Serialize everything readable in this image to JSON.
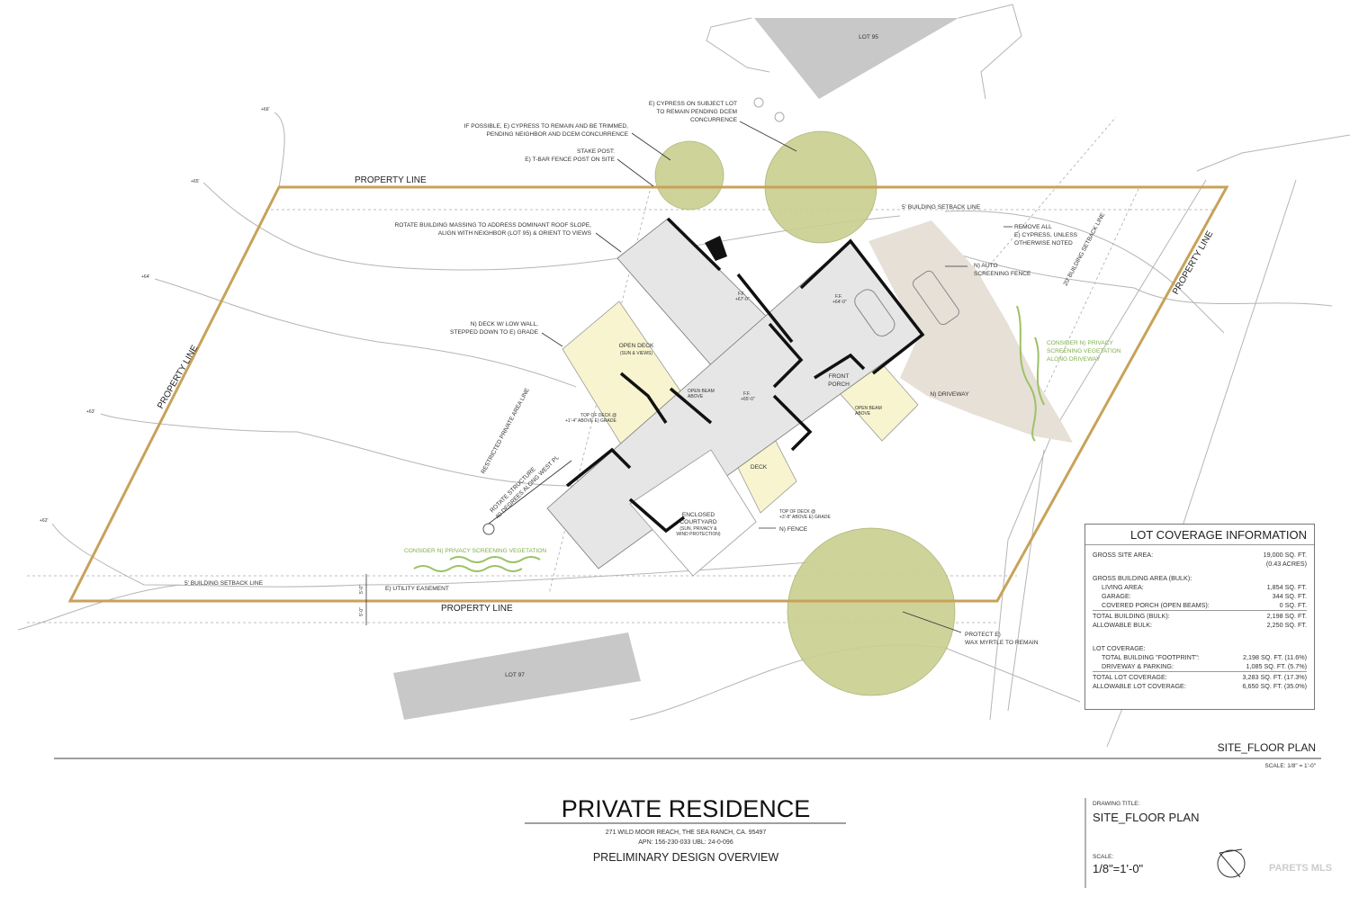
{
  "plan": {
    "lot_95": "LOT 95",
    "lot_97": "LOT 97",
    "property_line": "PROPERTY LINE",
    "contours": [
      "+66'",
      "+65'",
      "+64'",
      "+63'",
      "+62'"
    ],
    "setback_5_top": "5' BUILDING SETBACK LINE",
    "setback_5_bottom": "5' BUILDING SETBACK LINE",
    "setback_20": "20' BUILDING SETBACK LINE",
    "restricted_area": "RESTRICTED PRIVATE AREA LINE",
    "utility_easement": "E) UTILITY EASEMENT",
    "dim_5_a": "5'-0\"",
    "dim_5_b": "5'-0\"",
    "notes": {
      "cypress_subject": [
        "E) CYPRESS ON SUBJECT LOT",
        "TO REMAIN PENDING DCEM",
        "CONCURRENCE"
      ],
      "cypress_trim": [
        "IF POSSIBLE, E) CYPRESS TO REMAIN AND BE TRIMMED,",
        "PENDING NEIGHBOR AND DCEM CONCURRENCE"
      ],
      "stake_post": [
        "STAKE POST:",
        "E) T-BAR FENCE POST ON SITE"
      ],
      "rotate_massing": [
        "ROTATE BUILDING MASSING TO ADDRESS DOMINANT ROOF SLOPE,",
        "ALIGN WITH NEIGHBOR (LOT 95) & ORIENT TO VIEWS"
      ],
      "deck_low_wall": [
        "N) DECK W/ LOW WALL,",
        "STEPPED DOWN TO E) GRADE"
      ],
      "remove_cypress": [
        "REMOVE ALL",
        "E) CYPRESS, UNLESS",
        "OTHERWISE NOTED"
      ],
      "auto_fence": [
        "N) AUTO",
        "SCREENING FENCE"
      ],
      "privacy_driveway": [
        "CONSIDER N) PRIVACY",
        "SCREENING VEGETATION",
        "ALONG DRIVEWAY"
      ],
      "privacy_west": "CONSIDER N) PRIVACY SCREENING VEGETATION",
      "rotate_structure": [
        "ROTATE STRUCTURE",
        "40 DEGREES ALONG WEST PL"
      ],
      "protect_myrtle": [
        "PROTECT E)",
        "WAX MYRTLE TO REMAIN"
      ],
      "fence": "N) FENCE",
      "driveway": "N) DRIVEWAY"
    },
    "rooms": {
      "open_deck": "OPEN DECK",
      "open_deck_sub": "(SUN & VIEWS)",
      "front_porch": [
        "FRONT",
        "PORCH"
      ],
      "deck": "DECK",
      "courtyard": [
        "ENCLOSED",
        "COURTYARD"
      ],
      "courtyard_sub": [
        "(SUN, PRIVACY &",
        "WIND PROTECTION)"
      ],
      "open_beam_1": [
        "OPEN BEAM",
        "ABOVE"
      ],
      "open_beam_2": [
        "OPEN BEAM",
        "ABOVE"
      ],
      "ff_living": [
        "F.F.",
        "+67'-0\""
      ],
      "ff_center": [
        "F.F.",
        "+65'-0\""
      ],
      "ff_garage": [
        "F.F.",
        "+64'-0\""
      ],
      "top_deck_1": [
        "TOP OF DECK @",
        "+1'-4\" ABOVE E) GRADE"
      ],
      "top_deck_2": [
        "TOP OF DECK @",
        "+3'-8\" ABOVE E) GRADE"
      ]
    }
  },
  "lot_coverage": {
    "title": "LOT COVERAGE INFORMATION",
    "rows": [
      {
        "label": "GROSS SITE AREA:",
        "value": "19,000 SQ. FT."
      },
      {
        "label": "",
        "value": "(0.43 ACRES)"
      },
      {
        "label": "GROSS BUILDING AREA (BULK):",
        "value": ""
      },
      {
        "label": "LIVING AREA:",
        "value": "1,854 SQ. FT."
      },
      {
        "label": "GARAGE:",
        "value": "344 SQ. FT."
      },
      {
        "label": "COVERED PORCH (OPEN BEAMS):",
        "value": "0 SQ. FT."
      },
      {
        "label": "TOTAL BUILDING (BULK):",
        "value": "2,198 SQ. FT."
      },
      {
        "label": "ALLOWABLE BULK:",
        "value": "2,250 SQ. FT."
      },
      {
        "label": "LOT COVERAGE:",
        "value": ""
      },
      {
        "label": "TOTAL BUILDING \"FOOTPRINT\":",
        "value": "2,198 SQ. FT. (11.6%)"
      },
      {
        "label": "DRIVEWAY & PARKING:",
        "value": "1,085 SQ. FT.  (5.7%)"
      },
      {
        "label": "TOTAL LOT COVERAGE:",
        "value": "3,283 SQ. FT. (17.3%)"
      },
      {
        "label": "ALLOWABLE LOT COVERAGE:",
        "value": "6,650 SQ. FT. (35.0%)"
      }
    ]
  },
  "sheet": {
    "view_title": "SITE_FLOOR PLAN",
    "view_scale": "SCALE: 1/8\" = 1'-0\"",
    "project_title": "PRIVATE RESIDENCE",
    "address": "271 WILD MOOR REACH, THE SEA RANCH, CA. 95497",
    "apn": "APN: 156-230-033    UBL: 24-0-096",
    "subtitle": "PRELIMINARY DESIGN OVERVIEW",
    "drawing_title_label": "DRAWING TITLE:",
    "drawing_title": "SITE_FLOOR PLAN",
    "scale_label": "SCALE:",
    "scale": "1/8\"=1'-0\"",
    "logo": "PARETS MLS"
  },
  "colors": {
    "property_line": "#c8a25a",
    "tree": "#c9cf8f",
    "deck": "#f7f4cf",
    "building": "#e6e6e6",
    "driveway": "#e7e0d7",
    "lot": "#c8c8c8",
    "green_text": "#7fae4a"
  }
}
